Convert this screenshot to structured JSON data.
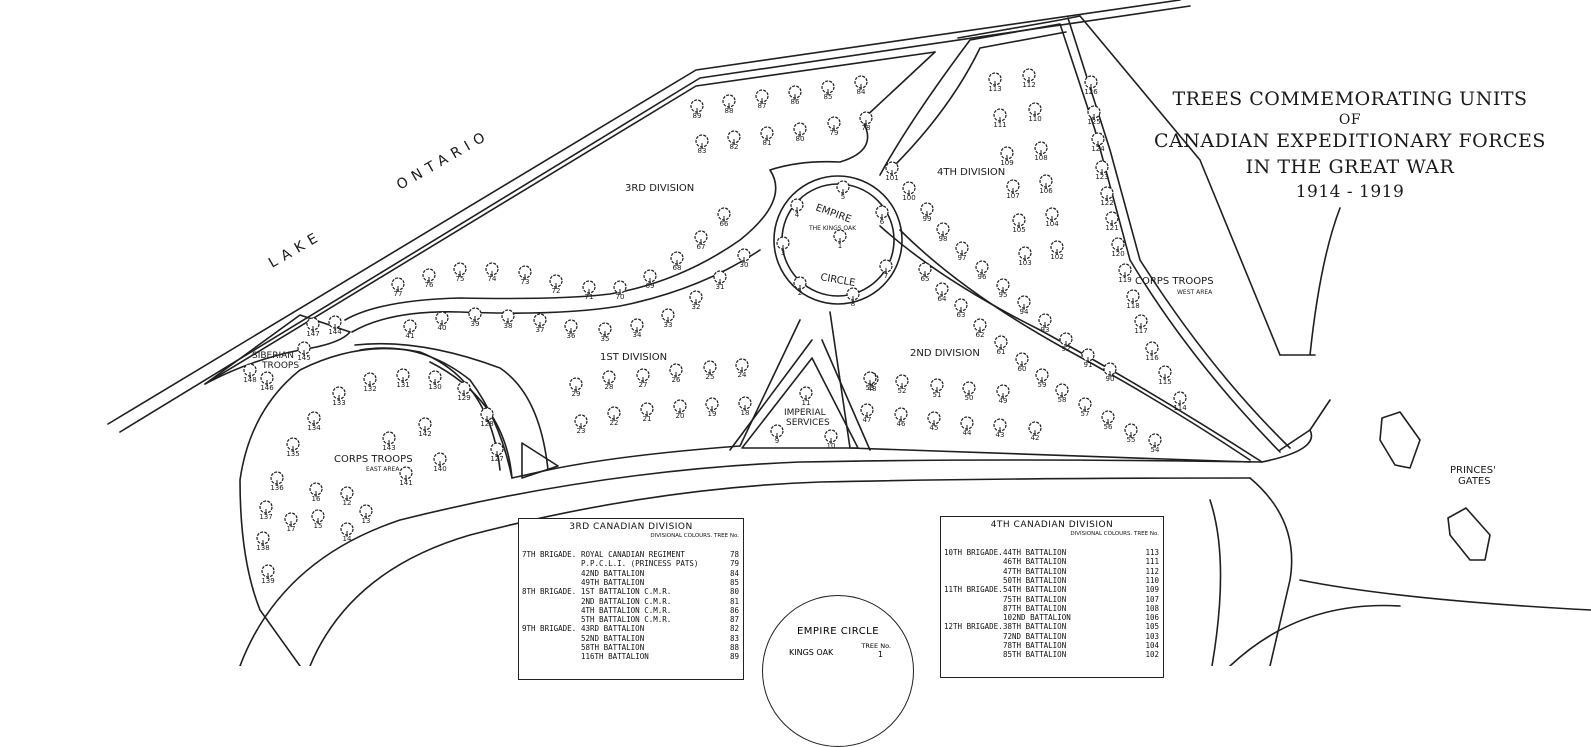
{
  "title": {
    "line1": "TREES COMMEMORATING UNITS",
    "line2": "OF",
    "line3": "CANADIAN EXPEDITIONARY FORCES",
    "line4": "IN THE GREAT WAR",
    "line5": "1914 - 1919"
  },
  "labels": {
    "lake": "LAKE",
    "ontario": "ONTARIO",
    "div3": "3RD DIVISION",
    "div4": "4TH DIVISION",
    "div1": "1ST DIVISION",
    "div2": "2ND DIVISION",
    "empire": "EMPIRE",
    "circle": "CIRCLE",
    "kings_oak": "THE KINGS OAK",
    "imperial": "IMPERIAL",
    "services": "SERVICES",
    "siberian": "SIBERIAN",
    "troops": "TROOPS",
    "corps_east": "CORPS TROOPS",
    "east_area": "EAST AREA",
    "corps_west": "CORPS TROOPS",
    "west_area": "WEST AREA",
    "princes": "PRINCES'",
    "gates": "GATES"
  },
  "trees": [
    {
      "n": "1"
    },
    {
      "n": "2"
    },
    {
      "n": "3"
    },
    {
      "n": "4"
    },
    {
      "n": "5"
    },
    {
      "n": "6"
    },
    {
      "n": "7"
    },
    {
      "n": "8"
    },
    {
      "n": "9"
    },
    {
      "n": "10"
    },
    {
      "n": "11"
    },
    {
      "n": "12"
    },
    {
      "n": "13"
    },
    {
      "n": "14"
    },
    {
      "n": "15"
    },
    {
      "n": "16"
    },
    {
      "n": "17"
    },
    {
      "n": "18"
    },
    {
      "n": "19"
    },
    {
      "n": "20"
    },
    {
      "n": "21"
    },
    {
      "n": "22"
    },
    {
      "n": "23"
    },
    {
      "n": "24"
    },
    {
      "n": "25"
    },
    {
      "n": "26"
    },
    {
      "n": "27"
    },
    {
      "n": "28"
    },
    {
      "n": "29"
    },
    {
      "n": "30"
    },
    {
      "n": "31"
    },
    {
      "n": "32"
    },
    {
      "n": "33"
    },
    {
      "n": "34"
    },
    {
      "n": "35"
    },
    {
      "n": "36"
    },
    {
      "n": "37"
    },
    {
      "n": "38"
    },
    {
      "n": "39"
    },
    {
      "n": "40"
    },
    {
      "n": "41"
    },
    {
      "n": "42"
    },
    {
      "n": "43"
    },
    {
      "n": "44"
    },
    {
      "n": "45"
    },
    {
      "n": "46"
    },
    {
      "n": "47"
    },
    {
      "n": "48"
    },
    {
      "n": "49"
    },
    {
      "n": "50"
    },
    {
      "n": "51"
    },
    {
      "n": "52"
    },
    {
      "n": "53"
    },
    {
      "n": "54"
    },
    {
      "n": "55"
    },
    {
      "n": "56"
    },
    {
      "n": "57"
    },
    {
      "n": "58"
    },
    {
      "n": "59"
    },
    {
      "n": "60"
    },
    {
      "n": "61"
    },
    {
      "n": "62"
    },
    {
      "n": "63"
    },
    {
      "n": "64"
    },
    {
      "n": "65"
    },
    {
      "n": "66"
    },
    {
      "n": "67"
    },
    {
      "n": "68"
    },
    {
      "n": "69"
    },
    {
      "n": "70"
    },
    {
      "n": "71"
    },
    {
      "n": "72"
    },
    {
      "n": "73"
    },
    {
      "n": "74"
    },
    {
      "n": "75"
    },
    {
      "n": "76"
    },
    {
      "n": "77"
    },
    {
      "n": "78"
    },
    {
      "n": "79"
    },
    {
      "n": "80"
    },
    {
      "n": "81"
    },
    {
      "n": "82"
    },
    {
      "n": "83"
    },
    {
      "n": "84"
    },
    {
      "n": "85"
    },
    {
      "n": "86"
    },
    {
      "n": "87"
    },
    {
      "n": "88"
    },
    {
      "n": "89"
    },
    {
      "n": "90"
    },
    {
      "n": "91"
    },
    {
      "n": "92"
    },
    {
      "n": "93"
    },
    {
      "n": "94"
    },
    {
      "n": "95"
    },
    {
      "n": "96"
    },
    {
      "n": "97"
    },
    {
      "n": "98"
    },
    {
      "n": "99"
    },
    {
      "n": "100"
    },
    {
      "n": "101"
    },
    {
      "n": "102"
    },
    {
      "n": "103"
    },
    {
      "n": "104"
    },
    {
      "n": "105"
    },
    {
      "n": "106"
    },
    {
      "n": "107"
    },
    {
      "n": "108"
    },
    {
      "n": "109"
    },
    {
      "n": "110"
    },
    {
      "n": "111"
    },
    {
      "n": "112"
    },
    {
      "n": "113"
    },
    {
      "n": "114"
    },
    {
      "n": "115"
    },
    {
      "n": "116"
    },
    {
      "n": "117"
    },
    {
      "n": "118"
    },
    {
      "n": "119"
    },
    {
      "n": "120"
    },
    {
      "n": "121"
    },
    {
      "n": "122"
    },
    {
      "n": "123"
    },
    {
      "n": "124"
    },
    {
      "n": "125"
    },
    {
      "n": "126"
    },
    {
      "n": "127"
    },
    {
      "n": "128"
    },
    {
      "n": "129"
    },
    {
      "n": "130"
    },
    {
      "n": "131"
    },
    {
      "n": "132"
    },
    {
      "n": "133"
    },
    {
      "n": "134"
    },
    {
      "n": "135"
    },
    {
      "n": "136"
    },
    {
      "n": "137"
    },
    {
      "n": "138"
    },
    {
      "n": "139"
    },
    {
      "n": "140"
    },
    {
      "n": "141"
    },
    {
      "n": "142"
    },
    {
      "n": "143"
    },
    {
      "n": "144"
    },
    {
      "n": "145"
    },
    {
      "n": "146"
    },
    {
      "n": "147"
    },
    {
      "n": "148"
    }
  ],
  "table3": {
    "title": "3RD CANADIAN DIVISION",
    "col_colours": "DIVISIONAL COLOURS.",
    "col_tree": "TREE No.",
    "rows": [
      {
        "brigade": "7TH BRIGADE.",
        "unit": "ROYAL CANADIAN REGIMENT",
        "tree": "78"
      },
      {
        "brigade": "",
        "unit": "P.P.C.L.I. (PRINCESS PATS)",
        "tree": "79"
      },
      {
        "brigade": "",
        "unit": "42ND BATTALION",
        "tree": "84"
      },
      {
        "brigade": "",
        "unit": "49TH BATTALION",
        "tree": "85"
      },
      {
        "brigade": "8TH BRIGADE.",
        "unit": "1ST BATTALION C.M.R.",
        "tree": "80"
      },
      {
        "brigade": "",
        "unit": "2ND BATTALION C.M.R.",
        "tree": "81"
      },
      {
        "brigade": "",
        "unit": "4TH BATTALION C.M.R.",
        "tree": "86"
      },
      {
        "brigade": "",
        "unit": "5TH BATTALION C.M.R.",
        "tree": "87"
      },
      {
        "brigade": "9TH BRIGADE.",
        "unit": "43RD BATTALION",
        "tree": "82"
      },
      {
        "brigade": "",
        "unit": "52ND BATTALION",
        "tree": "83"
      },
      {
        "brigade": "",
        "unit": "58TH BATTALION",
        "tree": "88"
      },
      {
        "brigade": "",
        "unit": "116TH BATTALION",
        "tree": "89"
      }
    ]
  },
  "table4": {
    "title": "4TH CANADIAN DIVISION",
    "col_colours": "DIVISIONAL COLOURS.",
    "col_tree": "TREE No.",
    "rows": [
      {
        "brigade": "10TH BRIGADE.",
        "unit": "44TH BATTALION",
        "tree": "113"
      },
      {
        "brigade": "",
        "unit": "46TH BATTALION",
        "tree": "111"
      },
      {
        "brigade": "",
        "unit": "47TH BATTALION",
        "tree": "112"
      },
      {
        "brigade": "",
        "unit": "50TH BATTALION",
        "tree": "110"
      },
      {
        "brigade": "11TH BRIGADE.",
        "unit": "54TH BATTALION",
        "tree": "109"
      },
      {
        "brigade": "",
        "unit": "75TH BATTALION",
        "tree": "107"
      },
      {
        "brigade": "",
        "unit": "87TH BATTALION",
        "tree": "108"
      },
      {
        "brigade": "",
        "unit": "102ND BATTALION",
        "tree": "106"
      },
      {
        "brigade": "12TH BRIGADE.",
        "unit": "38TH BATTALION",
        "tree": "105"
      },
      {
        "brigade": "",
        "unit": "72ND BATTALION",
        "tree": "103"
      },
      {
        "brigade": "",
        "unit": "78TH BATTALION",
        "tree": "104"
      },
      {
        "brigade": "",
        "unit": "85TH BATTALION",
        "tree": "102"
      }
    ]
  },
  "empire_table": {
    "title": "EMPIRE CIRCLE",
    "col_tree": "TREE No.",
    "kings_oak": "KINGS OAK",
    "kings_oak_tree": "1"
  }
}
